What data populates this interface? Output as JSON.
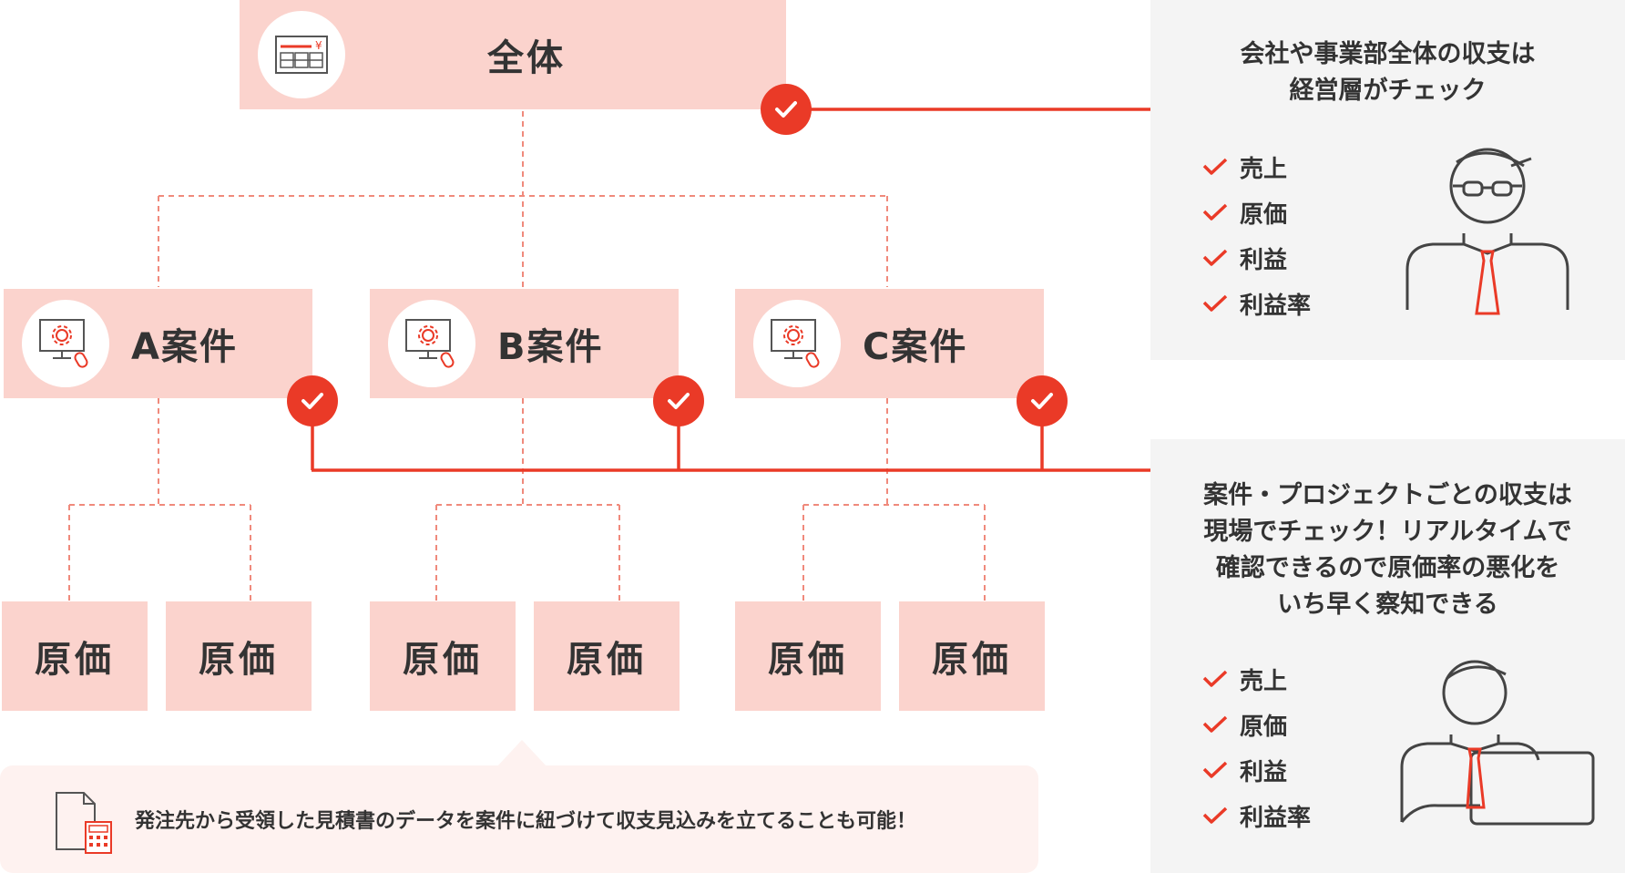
{
  "colors": {
    "accent": "#ea3a27",
    "box_fill": "#fbd3cd",
    "panel_fill": "#f4f4f4",
    "dashed_line": "#f08a7c",
    "bubble_fill": "#fef2f0"
  },
  "top_node": {
    "label": "全体",
    "icon": "invoice-icon"
  },
  "projects": [
    {
      "label": "A案件",
      "icon": "monitor-gear-icon"
    },
    {
      "label": "B案件",
      "icon": "monitor-gear-icon"
    },
    {
      "label": "C案件",
      "icon": "monitor-gear-icon"
    }
  ],
  "cost_nodes": [
    "原価",
    "原価",
    "原価",
    "原価",
    "原価",
    "原価"
  ],
  "executive_panel": {
    "heading": "会社や事業部全体の収支は\n経営層がチェック",
    "items": [
      "売上",
      "原価",
      "利益",
      "利益率"
    ],
    "icon": "executive-glasses-icon"
  },
  "field_panel": {
    "heading": "案件・プロジェクトごとの収支は\n現場でチェック！リアルタイムで\n確認できるので原価率の悪化を\nいち早く察知できる",
    "items": [
      "売上",
      "原価",
      "利益",
      "利益率"
    ],
    "icon": "worker-laptop-icon"
  },
  "bubble": {
    "text": "発注先から受領した見積書のデータを案件に紐づけて収支見込みを立てることも可能！",
    "icon": "document-calculator-icon"
  }
}
